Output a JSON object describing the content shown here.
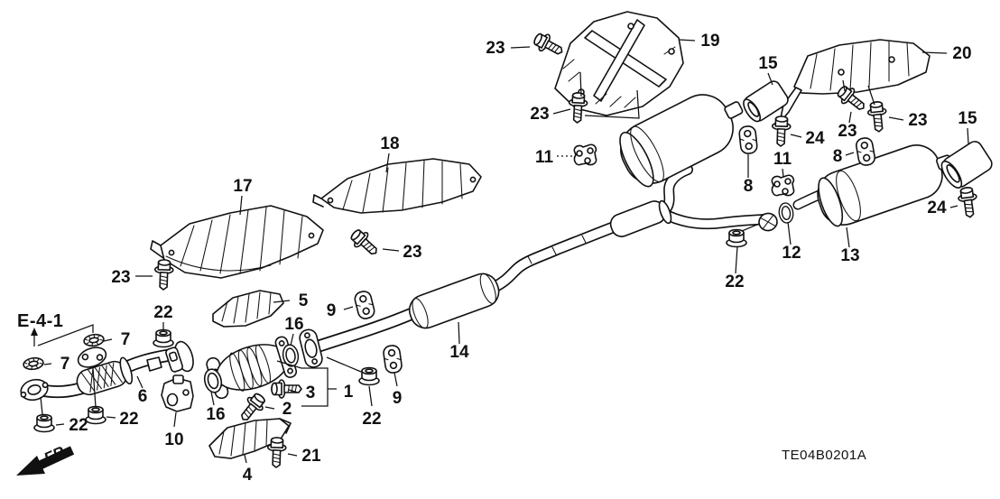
{
  "diagram": {
    "title": "Exhaust pipe and muffler exploded parts diagram",
    "reference_code": "E-4-1",
    "front_marker": "FR.",
    "drawing_code": "TE04B0201A",
    "colors": {
      "line": "#111111",
      "background": "#ffffff"
    }
  },
  "part_numbers_shown": [
    "1",
    "2",
    "3",
    "4",
    "5",
    "6",
    "7",
    "8",
    "9",
    "10",
    "11",
    "12",
    "13",
    "14",
    "15",
    "16",
    "17",
    "18",
    "19",
    "20",
    "21",
    "22",
    "23",
    "24"
  ],
  "callouts": [
    {
      "label": "23"
    },
    {
      "label": "19"
    },
    {
      "label": "15"
    },
    {
      "label": "20"
    },
    {
      "label": "23"
    },
    {
      "label": "23"
    },
    {
      "label": "23"
    },
    {
      "label": "15"
    },
    {
      "label": "11"
    },
    {
      "label": "24"
    },
    {
      "label": "11"
    },
    {
      "label": "8"
    },
    {
      "label": "8"
    },
    {
      "label": "18"
    },
    {
      "label": "17"
    },
    {
      "label": "23"
    },
    {
      "label": "23"
    },
    {
      "label": "24"
    },
    {
      "label": "12"
    },
    {
      "label": "13"
    },
    {
      "label": "22"
    },
    {
      "label": "5"
    },
    {
      "label": "9"
    },
    {
      "label": "16"
    },
    {
      "label": "14"
    },
    {
      "label": "22"
    },
    {
      "label": "7"
    },
    {
      "label": "7"
    },
    {
      "label": "6"
    },
    {
      "label": "16"
    },
    {
      "label": "3"
    },
    {
      "label": "1"
    },
    {
      "label": "2"
    },
    {
      "label": "22"
    },
    {
      "label": "22"
    },
    {
      "label": "9"
    },
    {
      "label": "22"
    },
    {
      "label": "10"
    },
    {
      "label": "4"
    },
    {
      "label": "21"
    }
  ]
}
